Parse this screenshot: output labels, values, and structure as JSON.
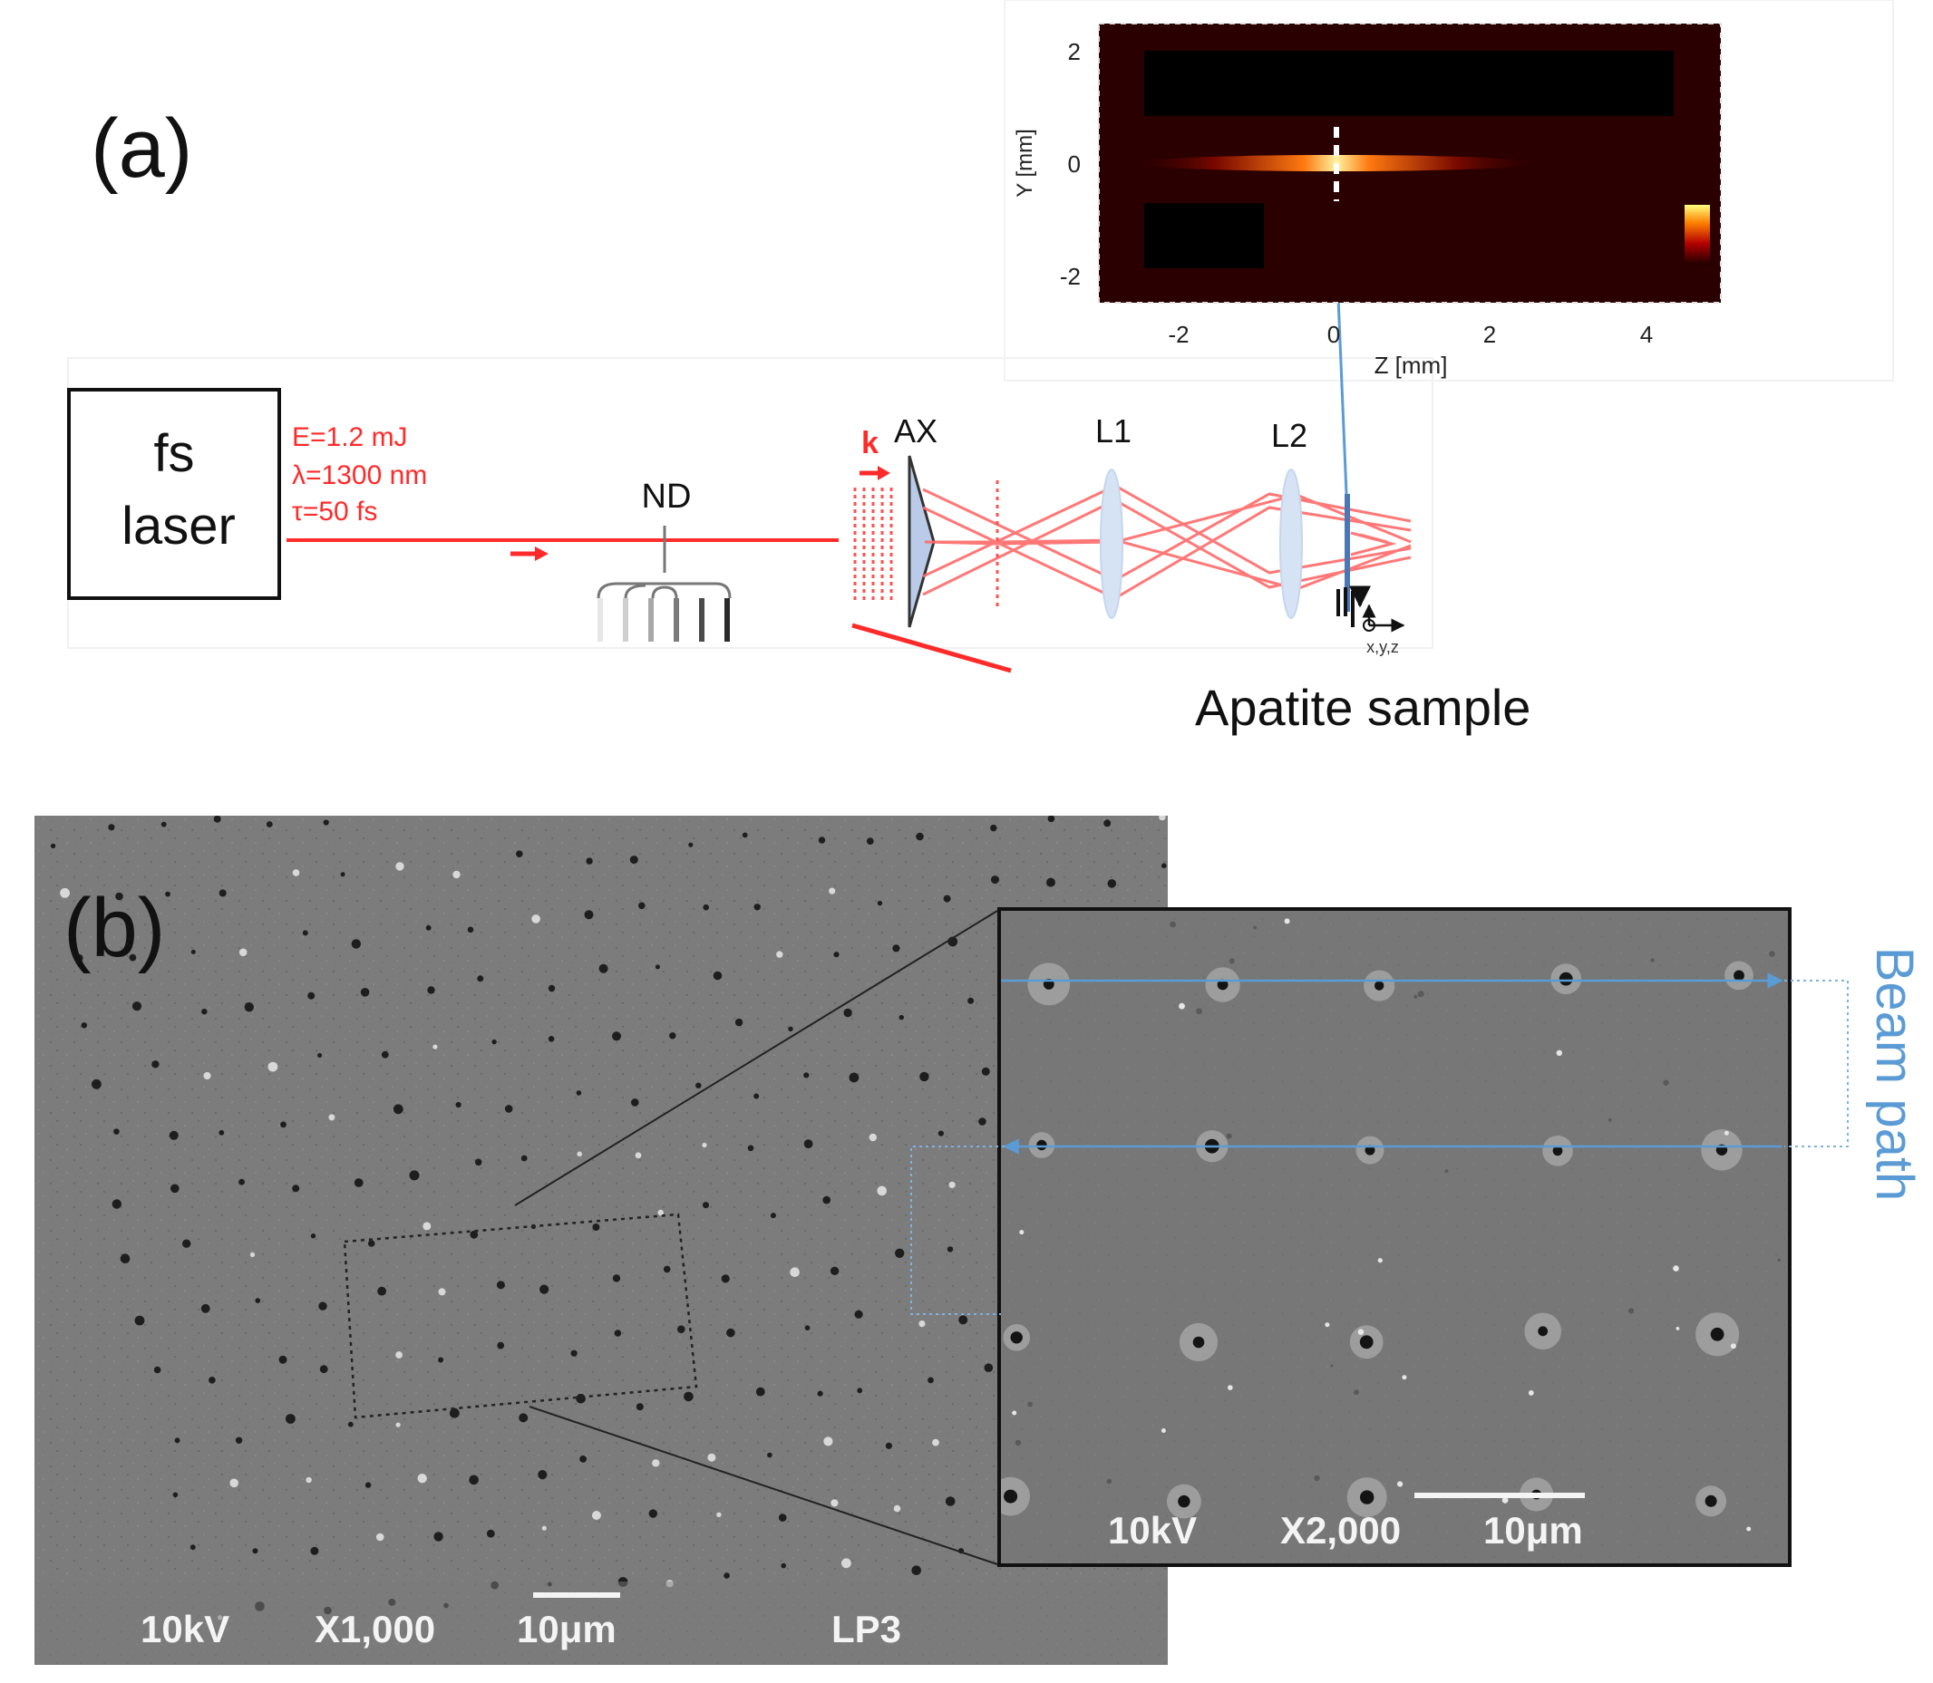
{
  "panel_a": {
    "label": "(a)",
    "laser_box": {
      "line1": "fs",
      "line2": "laser"
    },
    "laser_params": [
      "E=1.2 mJ",
      "λ=1300 nm",
      "τ=50 fs"
    ],
    "components": {
      "nd": "ND",
      "axicon": "AX",
      "k_vector": "k",
      "lens1": "L1",
      "lens2": "L2",
      "stage_axes": "x,y,z"
    },
    "sample_label": "Apatite sample",
    "inset": {
      "x_ticks": [
        "-2",
        "0",
        "2",
        "4"
      ],
      "y_ticks": [
        "2",
        "0",
        "-2"
      ],
      "xlabel": "Z [mm]",
      "ylabel": "Y [mm]"
    }
  },
  "panel_b": {
    "label": "(b)",
    "sem_main": {
      "voltage": "10kV",
      "magnification": "X1,000",
      "scale": "10μm",
      "sample_id": "LP3"
    },
    "sem_zoom": {
      "voltage": "10kV",
      "magnification": "X2,000",
      "scale": "10μm"
    },
    "beam_path_label": "Beam path"
  },
  "colors": {
    "laser_red": "#ff2a2a",
    "beam_blue": "#5b9bd5",
    "sem_gray": "#7c7c7c"
  }
}
